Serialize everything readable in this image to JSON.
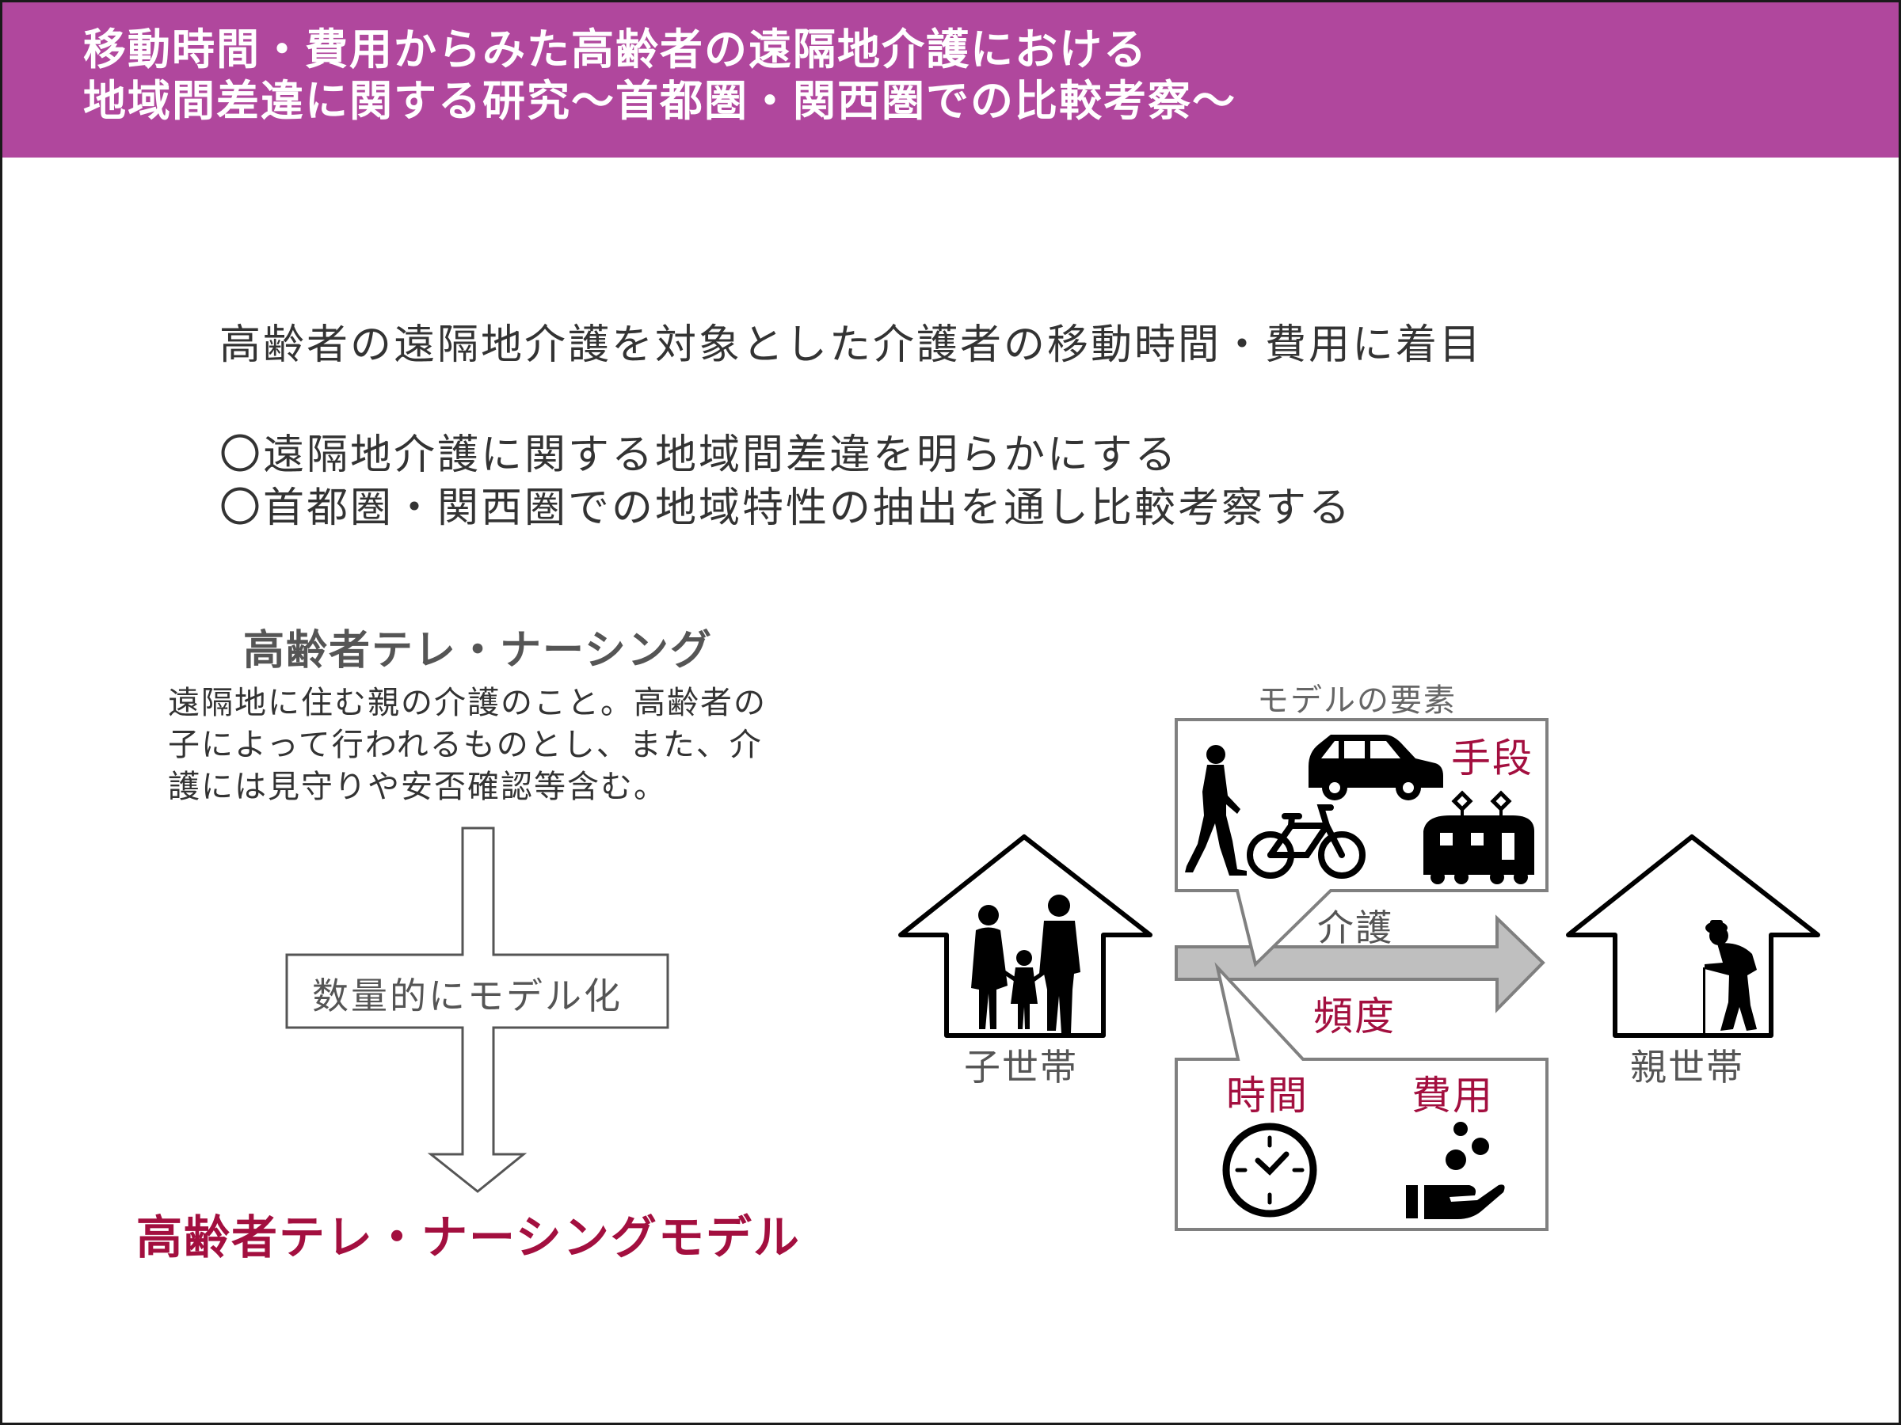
{
  "header": {
    "title_line1": "移動時間・費用からみた高齢者の遠隔地介護における",
    "title_line2": "地域間差違に関する研究〜首都圏・関西圏での比較考察〜",
    "color": "#b0479d"
  },
  "intro": {
    "focus": "高齢者の遠隔地介護を対象とした介護者の移動時間・費用に着目",
    "goals": [
      "〇遠隔地介護に関する地域間差違を明らかにする",
      "〇首都圏・関西圏での地域特性の抽出を通し比較考察する"
    ]
  },
  "tele_nursing": {
    "heading": "高齢者テレ・ナーシング",
    "description": [
      "遠隔地に住む親の介護のこと。高齢者の",
      "子によって行われるものとし、また、介",
      "護には見守りや安否確認等含む。"
    ],
    "process_label": "数量的にモデル化",
    "result": "高齢者テレ・ナーシングモデル",
    "result_color": "#a30f3f"
  },
  "model_diagram": {
    "elements_caption": "モデルの要素",
    "means_label": "手段",
    "means_icons": [
      "walking-person-icon",
      "bicycle-icon",
      "car-icon",
      "tram-icon"
    ],
    "care_label": "介護",
    "frequency_label": "頻度",
    "time_label": "時間",
    "cost_label": "費用",
    "time_icon": "clock-icon",
    "cost_icon": "hand-coins-icon",
    "child_household": "子世帯",
    "parent_household": "親世帯",
    "accent_color": "#a30f3f"
  }
}
